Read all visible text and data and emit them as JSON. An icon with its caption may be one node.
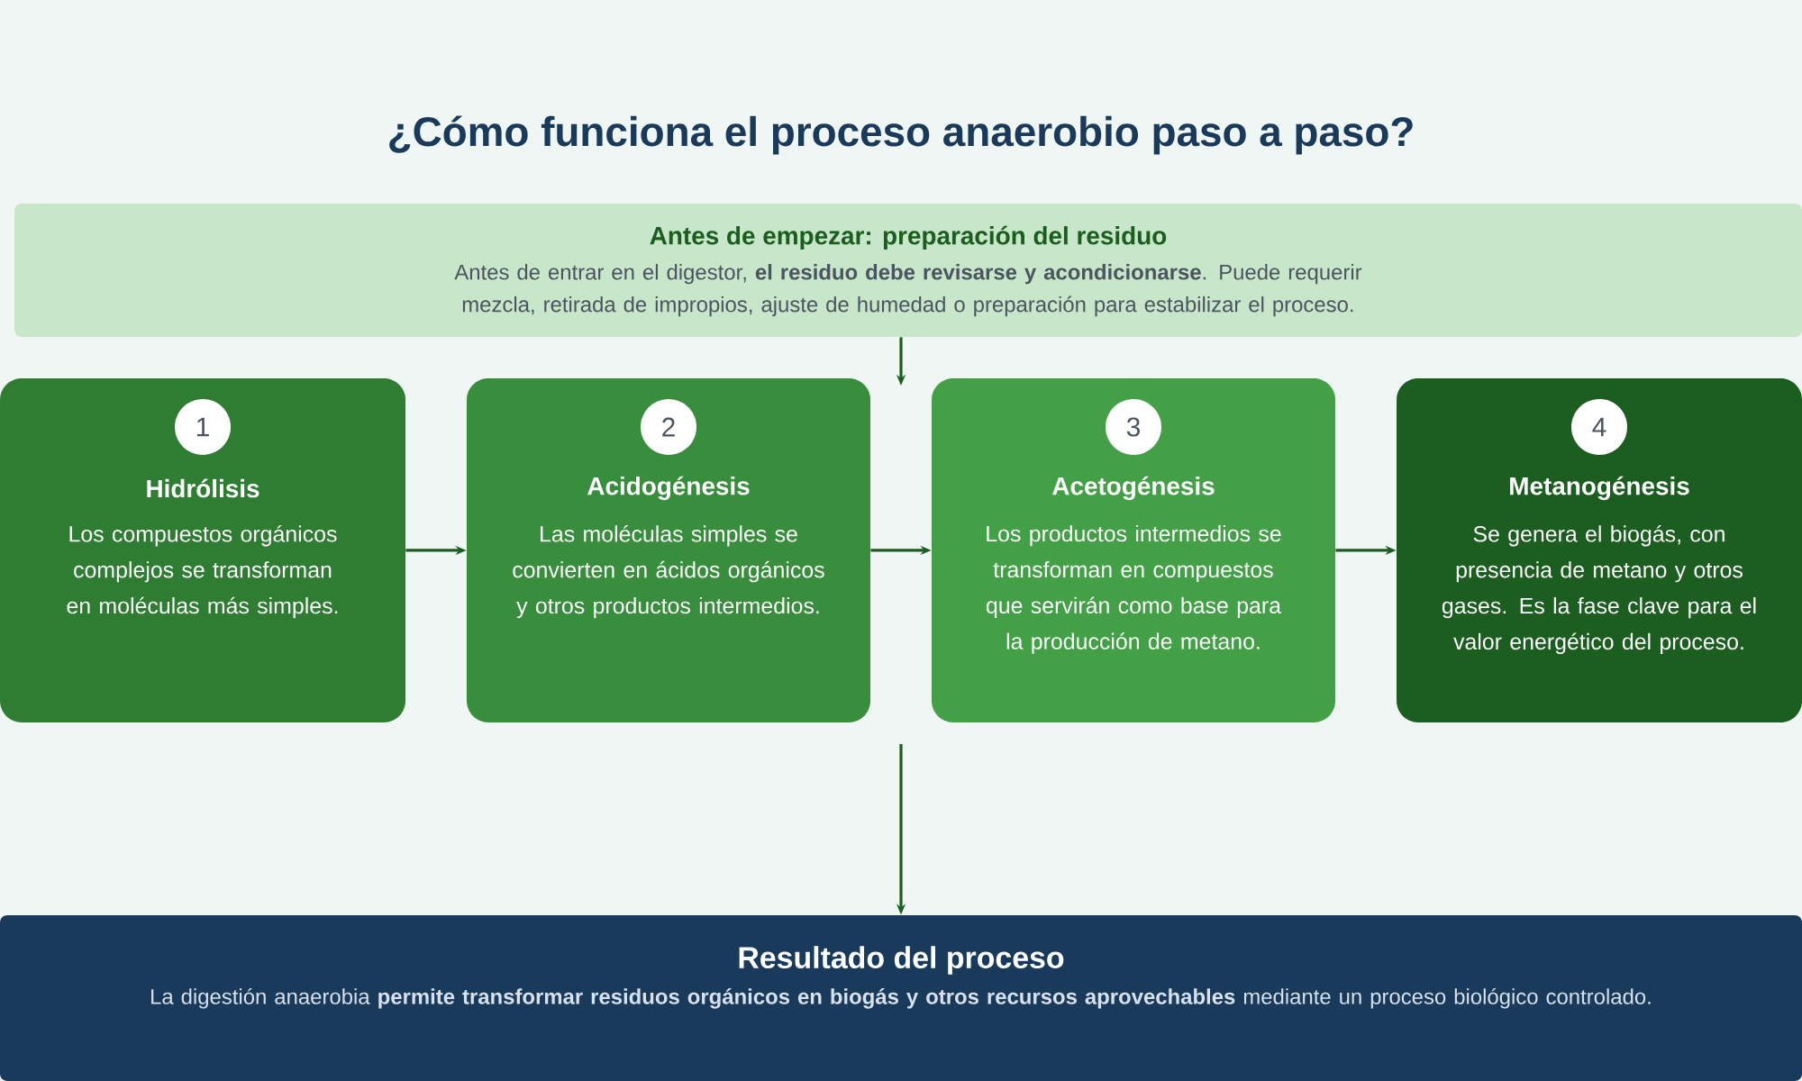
{
  "diagram": {
    "title": "¿Cómo funciona el proceso anaerobio paso a paso?",
    "nodes": [
      {
        "text": [
          "Antes de empezar: preparación del residuo",
          "Antes de entrar en el digestor, **el residuo debe revisarse y acondicionarse**. Puede requerir mezcla, retirada de impropios, ajuste de humedad o preparación para estabilizar el proceso."
        ]
      },
      {
        "text": [
          "1",
          "Hidrólisis",
          "Los compuestos orgánicos complejos se transforman en moléculas más simples."
        ]
      },
      {
        "text": [
          "2",
          "Acidogénesis",
          "Las moléculas simples se convierten en ácidos orgánicos y otros productos intermedios."
        ]
      },
      {
        "text": [
          "3",
          "Acetogénesis",
          "Los productos intermedios se transforman en compuestos que servirán como base para la producción de metano."
        ]
      },
      {
        "text": [
          "4",
          "Metanogénesis",
          "Se genera el biogás, con presencia de metano y otros gases. Es la fase clave para el valor energético del proceso."
        ]
      },
      {
        "text": [
          "Resultado del proceso",
          "La digestión anaerobia **permite transformar residuos orgánicos en biogás y otros recursos aprovechables** mediante un proceso biológico controlado."
        ]
      }
    ],
    "edges": [
      {
        "from": 0,
        "to": null,
        "arrow": "to"
      },
      {
        "from": 1,
        "to": 2,
        "arrow": "to"
      },
      {
        "from": 2,
        "to": 3,
        "arrow": "to"
      },
      {
        "from": 3,
        "to": 4,
        "arrow": "to"
      },
      {
        "from": null,
        "to": 5,
        "arrow": "to"
      }
    ]
  }
}
